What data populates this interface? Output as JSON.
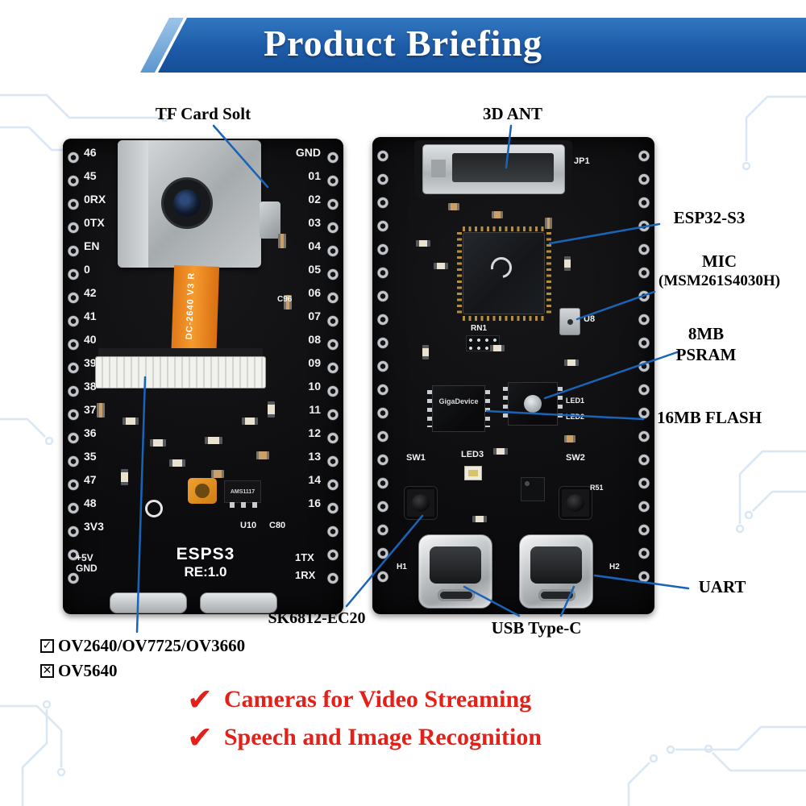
{
  "header": {
    "title": "Product Briefing"
  },
  "callouts": {
    "tf_card": "TF Card Solt",
    "ant_3d": "3D ANT",
    "esp32": "ESP32-S3",
    "mic": "MIC",
    "mic_part": "(MSM261S4030H)",
    "psram_size": "8MB",
    "psram": "PSRAM",
    "flash": "16MB FLASH",
    "uart": "UART",
    "sk6812": "SK6812-EC20",
    "usb_type_c": "USB Type-C"
  },
  "left_board": {
    "left_pins": [
      "46",
      "45",
      "0RX",
      "0TX",
      "EN",
      "0",
      "42",
      "41",
      "40",
      "39",
      "38",
      "37",
      "36",
      "35",
      "47",
      "48",
      "3V3"
    ],
    "power_pin": "+5V\nGND",
    "right_pins": [
      "GND",
      "01",
      "02",
      "03",
      "04",
      "05",
      "06",
      "07",
      "08",
      "09",
      "10",
      "11",
      "12",
      "13",
      "14",
      "16"
    ],
    "uart_pins": [
      "1TX",
      "1RX"
    ],
    "model": "ESPS3",
    "revision": "RE:1.0",
    "camera_cable": "DC-2640 V3 R",
    "regulator": "AMS1117",
    "ref_u10": "U10",
    "ref_c80": "C80",
    "ref_c96": "C96"
  },
  "right_board": {
    "ref_jp1": "JP1",
    "ref_rn1": "RN1",
    "ref_u8": "U8",
    "flash_brand": "GigaDevice",
    "ref_sw1": "SW1",
    "ref_sw2": "SW2",
    "ref_led3": "LED3",
    "ref_led1": "LED1",
    "ref_led2": "LED2",
    "ref_r51": "R51",
    "ref_h1": "H1",
    "ref_h2": "H2"
  },
  "camera_support": [
    {
      "mark": "✓",
      "label": "OV2640/OV7725/OV3660"
    },
    {
      "mark": "✕",
      "label": "OV5640"
    }
  ],
  "features": [
    "Cameras for Video Streaming",
    "Speech and Image Recognition"
  ],
  "colors": {
    "accent_blue": "#1a64b7",
    "banner_blue": "#1d5ba8",
    "feature_red": "#e32119"
  }
}
